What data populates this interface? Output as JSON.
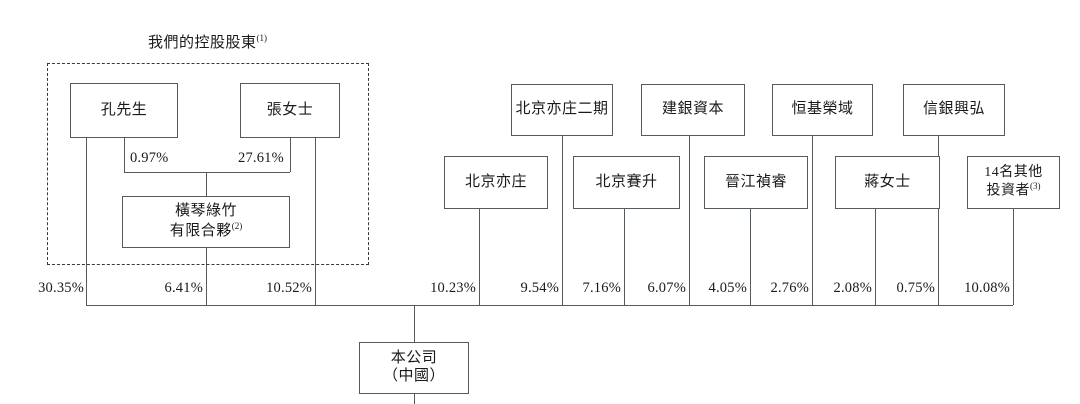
{
  "diagram": {
    "title": "",
    "group_label": {
      "text": "我們的控股股東",
      "footnote": "(1)"
    },
    "company": {
      "line1": "本公司",
      "line2": "（中國）"
    },
    "controlling_group": {
      "members": [
        {
          "name": "孔先生"
        },
        {
          "name": "張女士"
        }
      ],
      "partnership": {
        "line1": "橫琴綠竹",
        "line2": "有限合夥",
        "footnote": "(2)"
      },
      "internal_stakes": [
        {
          "holder": "孔先生",
          "target": "橫琴綠竹有限合夥",
          "pct": "0.97%"
        },
        {
          "holder": "張女士",
          "target": "橫琴綠竹有限合夥",
          "pct": "27.61%"
        }
      ]
    },
    "upper_row_nodes": [
      {
        "name": "北京亦庄二期"
      },
      {
        "name": "建銀資本"
      },
      {
        "name": "恒基榮域"
      },
      {
        "name": "信銀興弘"
      }
    ],
    "lower_row_nodes": [
      {
        "name": "北京亦庄"
      },
      {
        "name": "北京賽升"
      },
      {
        "name": "晉江禎睿"
      },
      {
        "name": "蔣女士"
      },
      {
        "name": "14名其他",
        "line2": "投資者",
        "footnote": "(3)"
      }
    ],
    "shareholders": [
      {
        "name": "孔先生",
        "pct": "30.35%"
      },
      {
        "name": "橫琴綠竹有限合夥",
        "pct": "6.41%"
      },
      {
        "name": "張女士",
        "pct": "10.52%"
      },
      {
        "name": "北京亦庄",
        "pct": "10.23%"
      },
      {
        "name": "北京亦庄二期",
        "pct": "9.54%"
      },
      {
        "name": "北京賽升",
        "pct": "7.16%"
      },
      {
        "name": "建銀資本",
        "pct": "6.07%"
      },
      {
        "name": "晉江禎睿",
        "pct": "4.05%"
      },
      {
        "name": "恒基榮域",
        "pct": "2.76%"
      },
      {
        "name": "蔣女士",
        "pct": "2.08%"
      },
      {
        "name": "信銀興弘",
        "pct": "0.75%"
      },
      {
        "name": "14名其他投資者",
        "pct": "10.08%"
      }
    ],
    "colors": {
      "line": "#555a5e",
      "dashed": "#3a3a3a",
      "text": "#1a1a1a",
      "background": "#ffffff"
    }
  }
}
